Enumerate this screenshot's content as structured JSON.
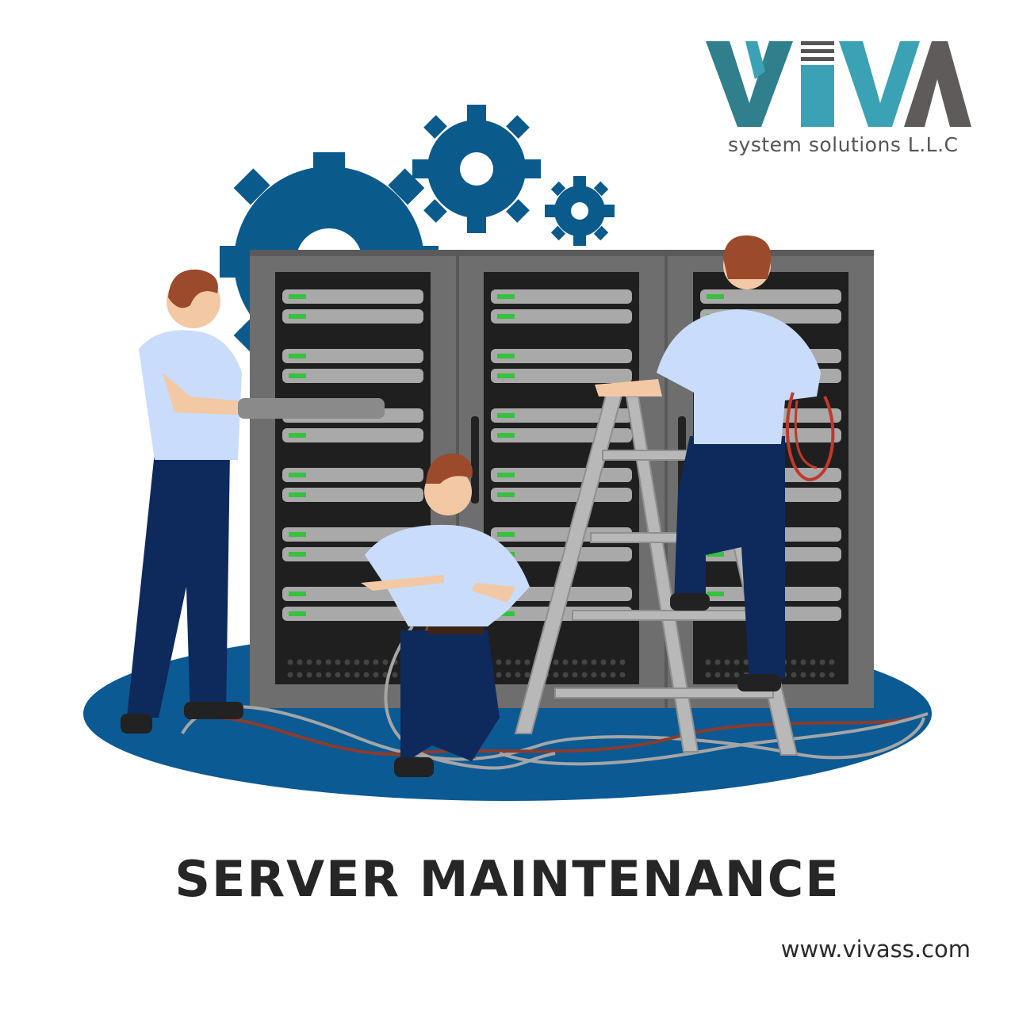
{
  "brand": {
    "name": "VIVA",
    "tagline": "system solutions L.L.C",
    "colors": {
      "teal": "#3aa2b4",
      "dark_teal": "#2f7f8c",
      "gray": "#5f5b5b"
    }
  },
  "headline": "SERVER MAINTENANCE",
  "website": "www.vivass.com",
  "illustration": {
    "icons": [
      "gear-icon",
      "server-rack",
      "ladder",
      "cable"
    ],
    "colors": {
      "gear": "#0b5a8c",
      "floor": "#0b5a94",
      "rack": "#666666",
      "shirt": "#c9dcfb",
      "pants": "#0e2a5c",
      "led": "#35c23c"
    }
  }
}
